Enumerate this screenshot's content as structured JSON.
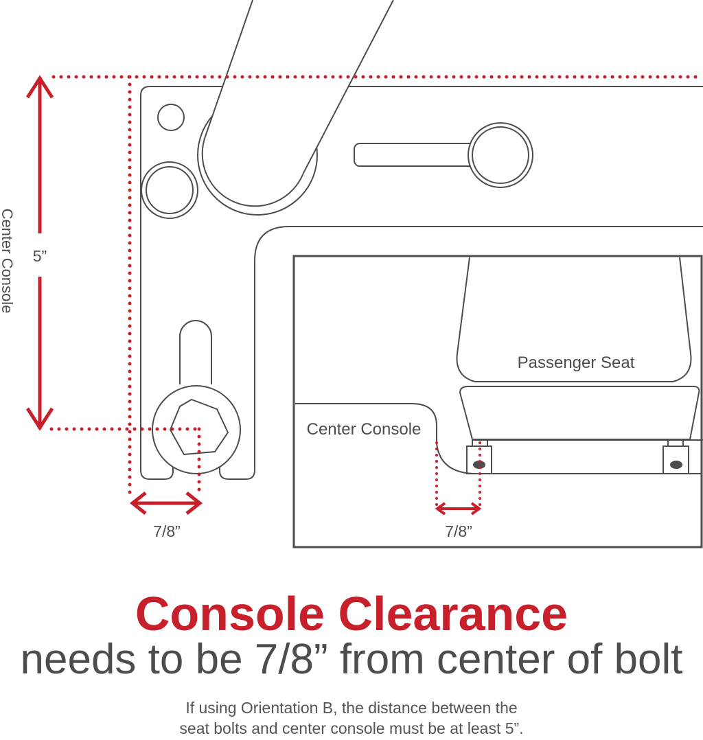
{
  "diagram": {
    "left_axis_label": "Center Console",
    "vertical_dimension": "5”",
    "left_horizontal_dimension": "7/8”",
    "inset_seat_label": "Passenger Seat",
    "inset_console_label": "Center Console",
    "inset_dimension": "7/8”"
  },
  "caption": {
    "title": "Console Clearance",
    "subtitle": "needs to be 7/8” from center of bolt",
    "note_line1": "If using Orientation B, the distance between the",
    "note_line2": "seat bolts and center console must be at least 5”."
  },
  "colors": {
    "accent_red": "#c8202a",
    "line_gray": "#4d4d4d"
  }
}
